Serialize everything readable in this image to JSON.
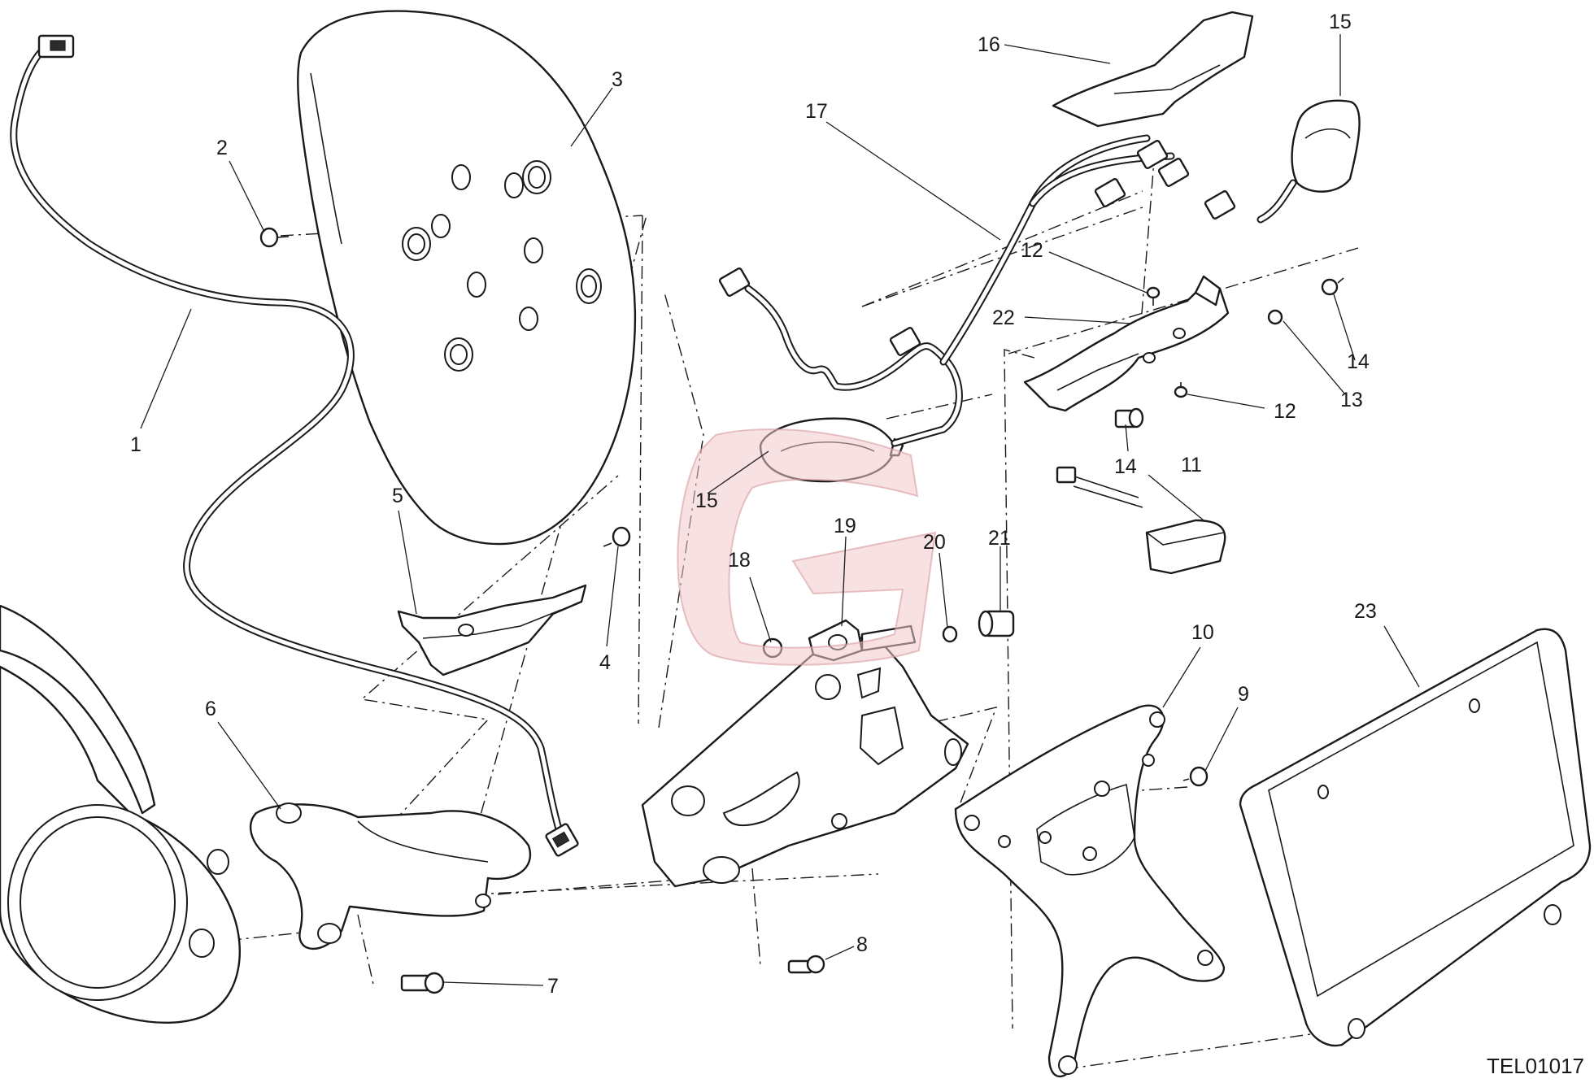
{
  "drawing_code": "TEL01017",
  "callouts": [
    {
      "id": "c1",
      "label": "1"
    },
    {
      "id": "c2",
      "label": "2"
    },
    {
      "id": "c3",
      "label": "3"
    },
    {
      "id": "c4",
      "label": "4"
    },
    {
      "id": "c5",
      "label": "5"
    },
    {
      "id": "c6",
      "label": "6"
    },
    {
      "id": "c7",
      "label": "7"
    },
    {
      "id": "c8",
      "label": "8"
    },
    {
      "id": "c9",
      "label": "9"
    },
    {
      "id": "c10",
      "label": "10"
    },
    {
      "id": "c11",
      "label": "11"
    },
    {
      "id": "c12a",
      "label": "12"
    },
    {
      "id": "c12b",
      "label": "12"
    },
    {
      "id": "c13",
      "label": "13"
    },
    {
      "id": "c14a",
      "label": "14"
    },
    {
      "id": "c14b",
      "label": "14"
    },
    {
      "id": "c15a",
      "label": "15"
    },
    {
      "id": "c15b",
      "label": "15"
    },
    {
      "id": "c16",
      "label": "16"
    },
    {
      "id": "c17",
      "label": "17"
    },
    {
      "id": "c18",
      "label": "18"
    },
    {
      "id": "c19",
      "label": "19"
    },
    {
      "id": "c20",
      "label": "20"
    },
    {
      "id": "c21",
      "label": "21"
    },
    {
      "id": "c22",
      "label": "22"
    },
    {
      "id": "c23",
      "label": "23"
    }
  ],
  "watermark": {
    "glyph": "G",
    "color": "#f3c9cb"
  }
}
